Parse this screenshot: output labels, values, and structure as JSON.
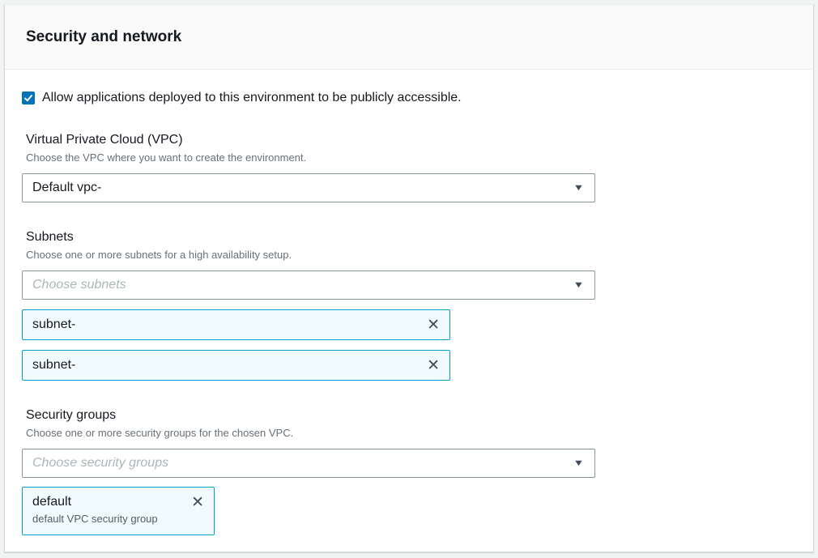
{
  "panel": {
    "title": "Security and network",
    "public_access_checkbox": {
      "checked": true,
      "label": "Allow applications deployed to this environment to be publicly accessible."
    },
    "vpc": {
      "label": "Virtual Private Cloud (VPC)",
      "description": "Choose the VPC where you want to create the environment.",
      "selected_value": "Default vpc-"
    },
    "subnets": {
      "label": "Subnets",
      "description": "Choose one or more subnets for a high availability setup.",
      "placeholder": "Choose subnets",
      "tokens": [
        {
          "label": "subnet-"
        },
        {
          "label": "subnet-"
        }
      ]
    },
    "security_groups": {
      "label": "Security groups",
      "description": "Choose one or more security groups for the chosen VPC.",
      "placeholder": "Choose security groups",
      "tokens": [
        {
          "label": "default",
          "description": "default VPC security group"
        }
      ]
    },
    "icons": {
      "caret": "▼",
      "dismiss": "✕"
    },
    "colors": {
      "accent_blue": "#0073bb",
      "token_border": "#00a1c9",
      "token_background": "#f1faff",
      "text_primary": "#16191f",
      "text_secondary": "#687078",
      "header_background": "#fafafa"
    }
  }
}
